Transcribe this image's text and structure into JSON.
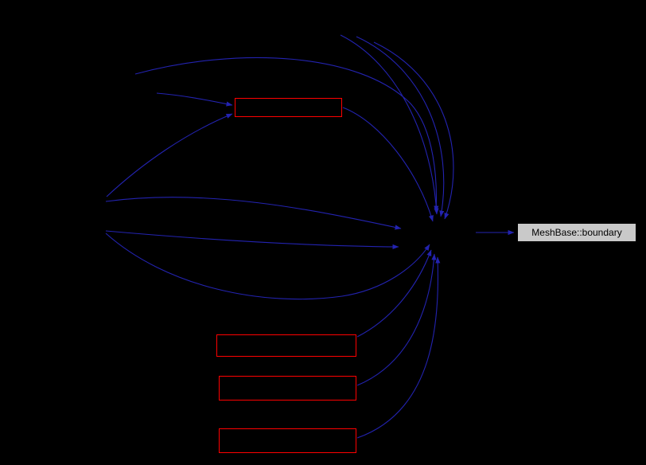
{
  "diagram": {
    "type": "doxygen-caller-graph",
    "focus_node": {
      "label": "MeshBase::boundary"
    },
    "caller_nodes": [
      {
        "id": "top",
        "label": ""
      },
      {
        "id": "bottom-1",
        "label": ""
      },
      {
        "id": "bottom-2",
        "label": ""
      },
      {
        "id": "bottom-3",
        "label": ""
      }
    ],
    "colors": {
      "background": "#000000",
      "edge": "#2323b0",
      "caller_border": "#ff0000",
      "focus_fill": "#c9c9c9",
      "focus_border": "#000000",
      "focus_text": "#000000"
    }
  }
}
